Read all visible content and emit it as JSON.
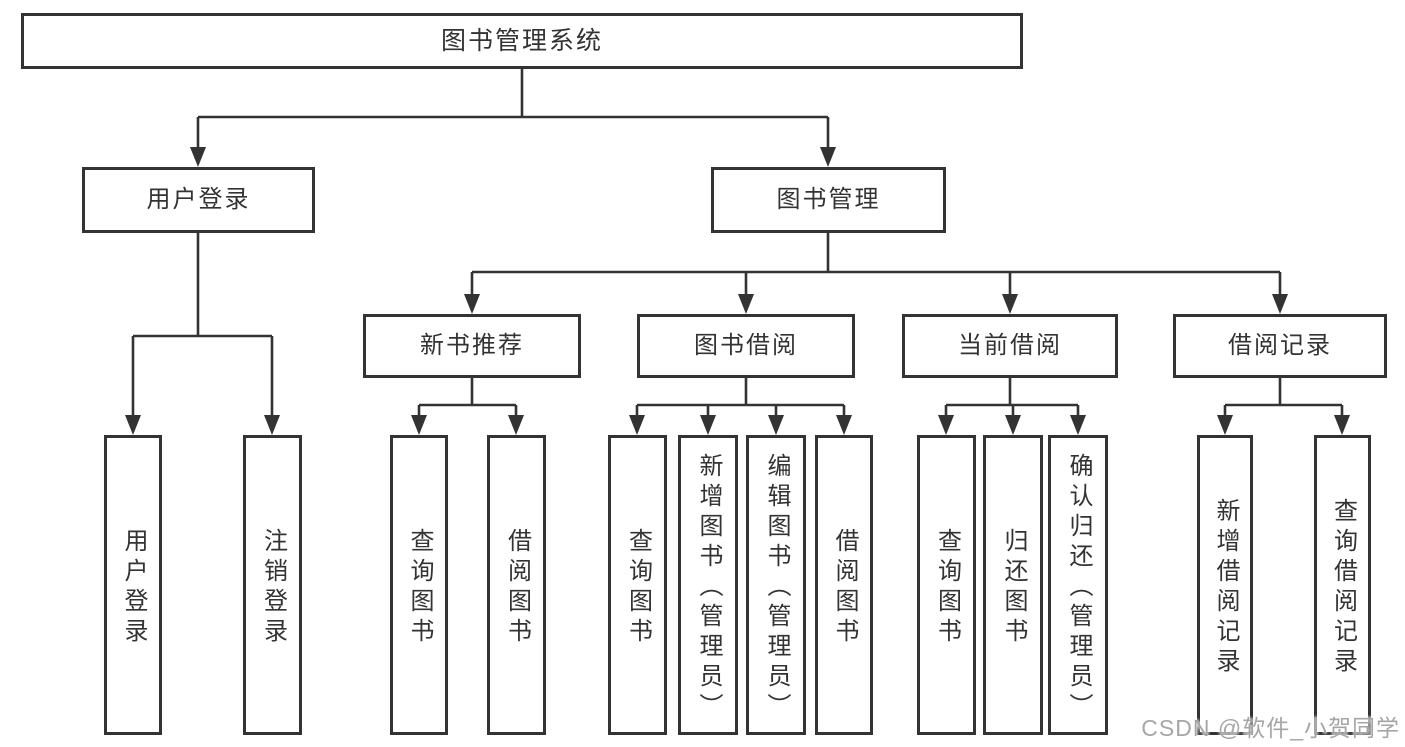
{
  "diagram": {
    "root": {
      "label": "图书管理系统"
    },
    "level2": [
      {
        "label": "用户登录",
        "leaves": [
          {
            "label": "用户登录"
          },
          {
            "label": "注销登录"
          }
        ]
      },
      {
        "label": "图书管理",
        "groups": [
          {
            "label": "新书推荐",
            "leaves": [
              {
                "label": "查询图书"
              },
              {
                "label": "借阅图书"
              }
            ]
          },
          {
            "label": "图书借阅",
            "leaves": [
              {
                "label": "查询图书"
              },
              {
                "label": "新增图书（管理员）"
              },
              {
                "label": "编辑图书（管理员）"
              },
              {
                "label": "借阅图书"
              }
            ]
          },
          {
            "label": "当前借阅",
            "leaves": [
              {
                "label": "查询图书"
              },
              {
                "label": "归还图书"
              },
              {
                "label": "确认归还（管理员）"
              }
            ]
          },
          {
            "label": "借阅记录",
            "leaves": [
              {
                "label": "新增借阅记录"
              },
              {
                "label": "查询借阅记录"
              }
            ]
          }
        ]
      }
    ],
    "watermark": "CSDN @软件_小贺同学",
    "colors": {
      "line": "#333333",
      "text": "#333333",
      "watermark": "#a6a6a6",
      "background": "#ffffff"
    }
  }
}
